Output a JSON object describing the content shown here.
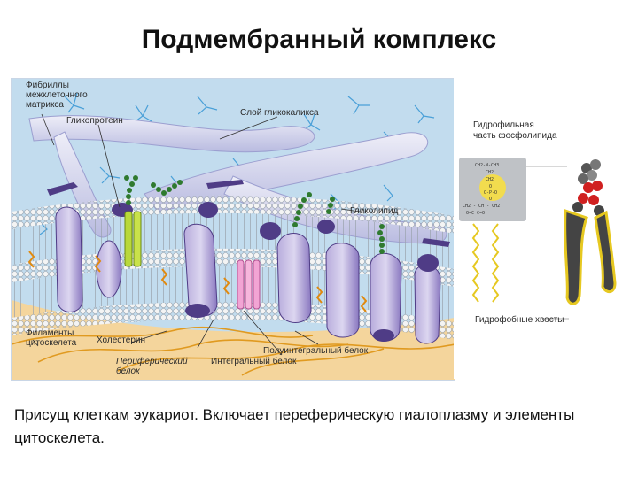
{
  "slide": {
    "title": "Подмембранный комплекс",
    "caption": "Присущ клеткам эукариот. Включает переферическую гиалоплазму и элементы цитоскелета."
  },
  "figure_labels": {
    "fibrils": [
      "Фибриллы",
      "межклеточного",
      "матрикса"
    ],
    "glycoprotein": "Гликопротеин",
    "glycocalyx": "Слой гликокаликса",
    "glycolipid": "Гликолипид",
    "filaments": [
      "Филаменты",
      "цитоскелета"
    ],
    "cholesterol": "Холестерин",
    "peripheral_protein": [
      "Периферический",
      "белок"
    ],
    "integral_protein": "Интегральный белок",
    "semi_integral_protein": "Полуинтегральный белок",
    "hydrophilic_part": [
      "Гидрофильная",
      "часть фосфолипида"
    ],
    "hydrophobic_tails": "Гидрофобные хвосты"
  },
  "colors": {
    "membrane_bg": "#c2dcee",
    "cytoplasm": "#f4d59c",
    "fibril": "#d6d7ee",
    "protein": "#9a8ac8",
    "protein_dark": "#4f3c86",
    "glyco_green": "#2f7a2f",
    "glycocalyx_blue": "#4aa0d8",
    "filament": "#e09a20",
    "lipid_head": "#f2f2f2",
    "tail_yellow": "#f2dc4e"
  }
}
